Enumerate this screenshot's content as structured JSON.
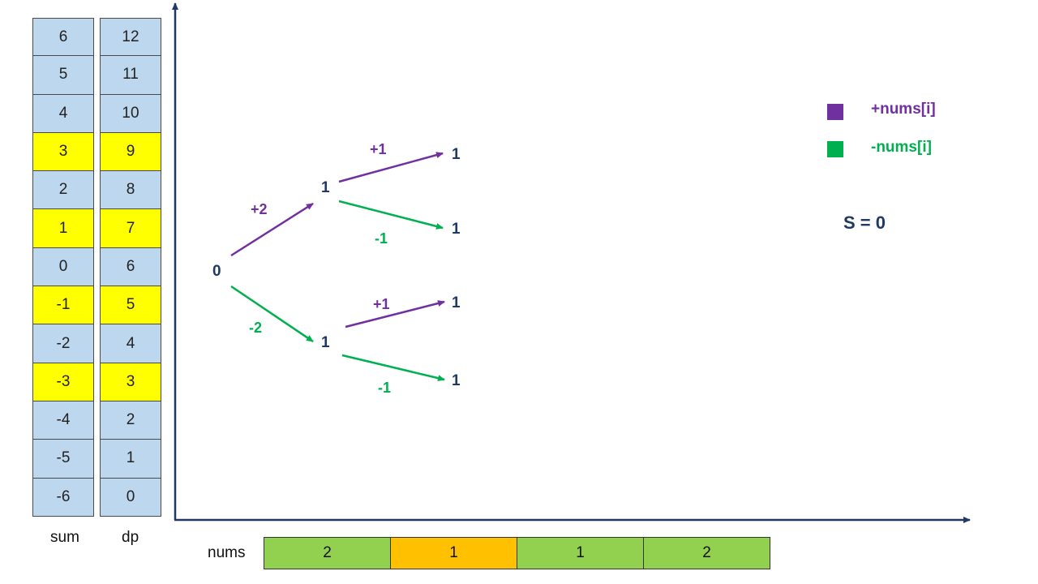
{
  "colors": {
    "plus": "#7030a0",
    "minus": "#00b050",
    "node": "#1f3864",
    "cell_default": "#bdd7ee",
    "cell_highlight": "#ffff00",
    "nums_default": "#92d050",
    "nums_highlight": "#ffc000",
    "axis": "#1f3864"
  },
  "table": {
    "sum_label": "sum",
    "dp_label": "dp",
    "rows": [
      {
        "sum": "6",
        "dp": "12",
        "highlight": false
      },
      {
        "sum": "5",
        "dp": "11",
        "highlight": false
      },
      {
        "sum": "4",
        "dp": "10",
        "highlight": false
      },
      {
        "sum": "3",
        "dp": "9",
        "highlight": true
      },
      {
        "sum": "2",
        "dp": "8",
        "highlight": false
      },
      {
        "sum": "1",
        "dp": "7",
        "highlight": true
      },
      {
        "sum": "0",
        "dp": "6",
        "highlight": false
      },
      {
        "sum": "-1",
        "dp": "5",
        "highlight": true
      },
      {
        "sum": "-2",
        "dp": "4",
        "highlight": false
      },
      {
        "sum": "-3",
        "dp": "3",
        "highlight": true
      },
      {
        "sum": "-4",
        "dp": "2",
        "highlight": false
      },
      {
        "sum": "-5",
        "dp": "1",
        "highlight": false
      },
      {
        "sum": "-6",
        "dp": "0",
        "highlight": false
      }
    ]
  },
  "tree": {
    "nodes": [
      "0",
      "1",
      "1",
      "1",
      "1",
      "1",
      "1"
    ],
    "edge_labels": [
      "+2",
      "-2",
      "+1",
      "-1",
      "+1",
      "-1"
    ]
  },
  "legend": {
    "plus_label": "+nums[i]",
    "minus_label": "-nums[i]"
  },
  "s_label": "S = 0",
  "nums": {
    "label": "nums",
    "values": [
      {
        "value": "2",
        "highlight": false
      },
      {
        "value": "1",
        "highlight": true
      },
      {
        "value": "1",
        "highlight": false
      },
      {
        "value": "2",
        "highlight": false
      }
    ]
  }
}
